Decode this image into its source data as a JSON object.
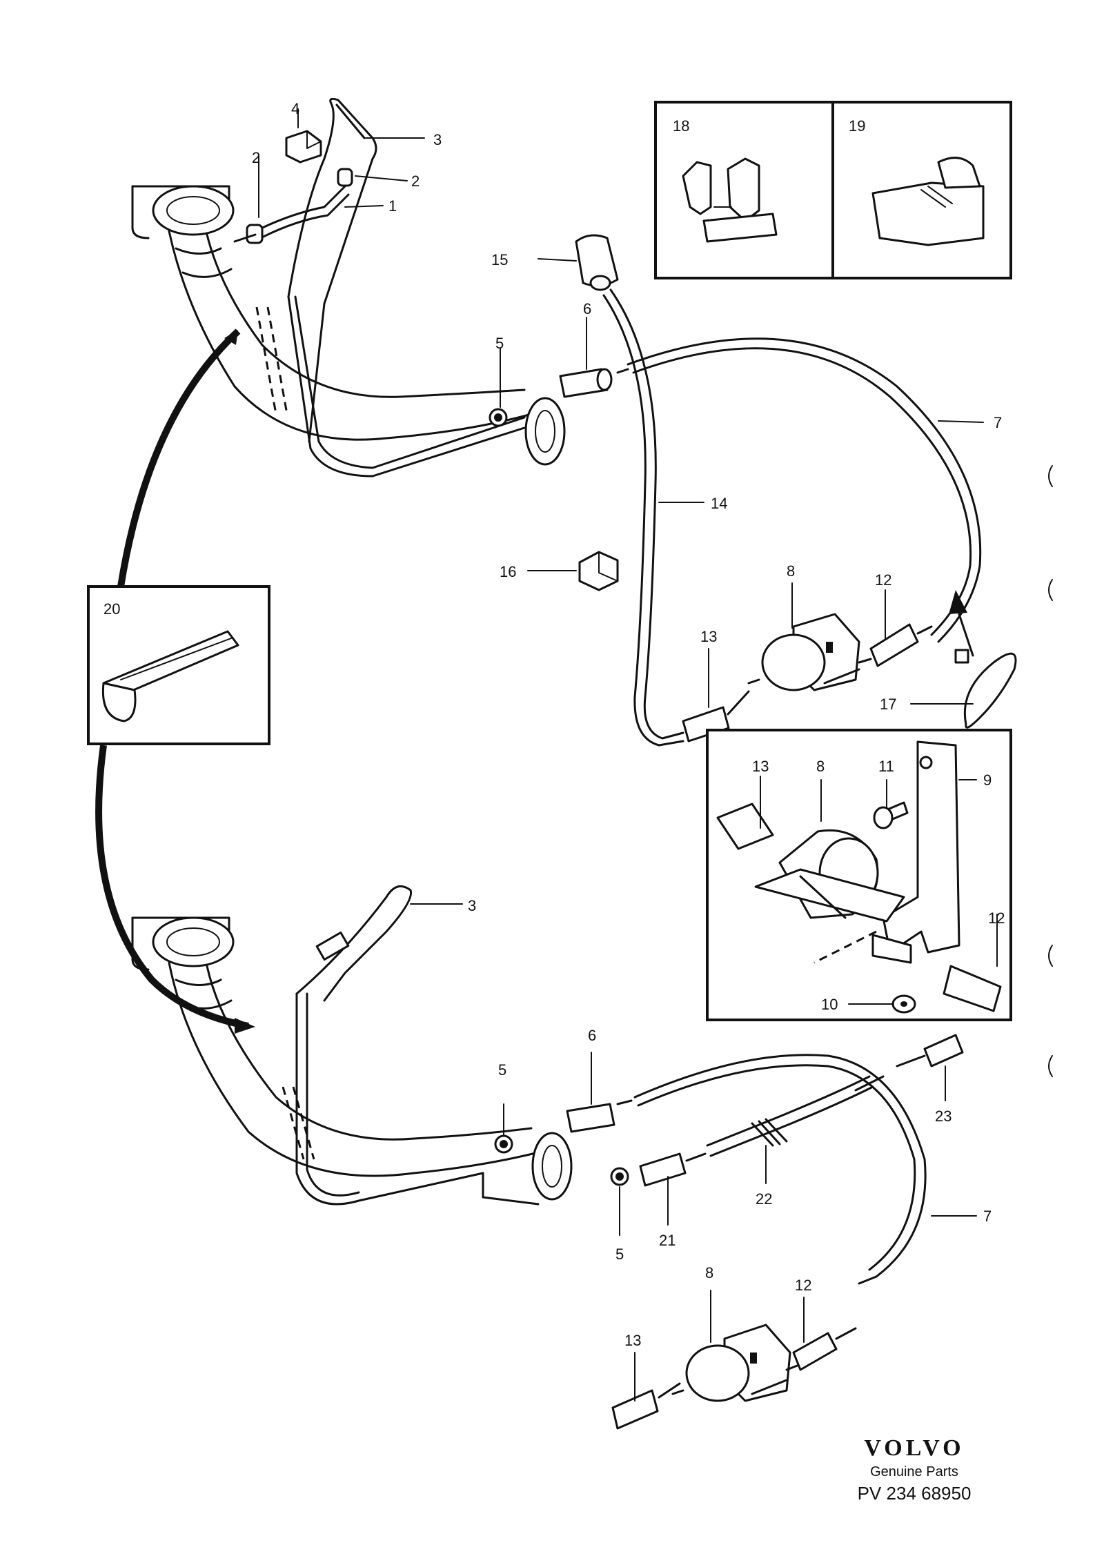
{
  "brand": {
    "logo": "VOLVO",
    "tagline": "Genuine Parts",
    "reference": "PV 234 68950"
  },
  "callouts": [
    {
      "id": "c1",
      "text": "1"
    },
    {
      "id": "c2a",
      "text": "2"
    },
    {
      "id": "c2b",
      "text": "2"
    },
    {
      "id": "c3a",
      "text": "3"
    },
    {
      "id": "c3b",
      "text": "3"
    },
    {
      "id": "c4",
      "text": "4"
    },
    {
      "id": "c5a",
      "text": "5"
    },
    {
      "id": "c5b",
      "text": "5"
    },
    {
      "id": "c5c",
      "text": "5"
    },
    {
      "id": "c6a",
      "text": "6"
    },
    {
      "id": "c6b",
      "text": "6"
    },
    {
      "id": "c7a",
      "text": "7"
    },
    {
      "id": "c7b",
      "text": "7"
    },
    {
      "id": "c8a",
      "text": "8"
    },
    {
      "id": "c8b",
      "text": "8"
    },
    {
      "id": "c8c",
      "text": "8"
    },
    {
      "id": "c9",
      "text": "9"
    },
    {
      "id": "c10",
      "text": "10"
    },
    {
      "id": "c11",
      "text": "11"
    },
    {
      "id": "c12a",
      "text": "12"
    },
    {
      "id": "c12b",
      "text": "12"
    },
    {
      "id": "c12c",
      "text": "12"
    },
    {
      "id": "c13a",
      "text": "13"
    },
    {
      "id": "c13b",
      "text": "13"
    },
    {
      "id": "c13c",
      "text": "13"
    },
    {
      "id": "c14",
      "text": "14"
    },
    {
      "id": "c15",
      "text": "15"
    },
    {
      "id": "c16",
      "text": "16"
    },
    {
      "id": "c17",
      "text": "17"
    },
    {
      "id": "c18",
      "text": "18"
    },
    {
      "id": "c19",
      "text": "19"
    },
    {
      "id": "c20",
      "text": "20"
    },
    {
      "id": "c21",
      "text": "21"
    },
    {
      "id": "c22",
      "text": "22"
    },
    {
      "id": "c23",
      "text": "23"
    }
  ]
}
